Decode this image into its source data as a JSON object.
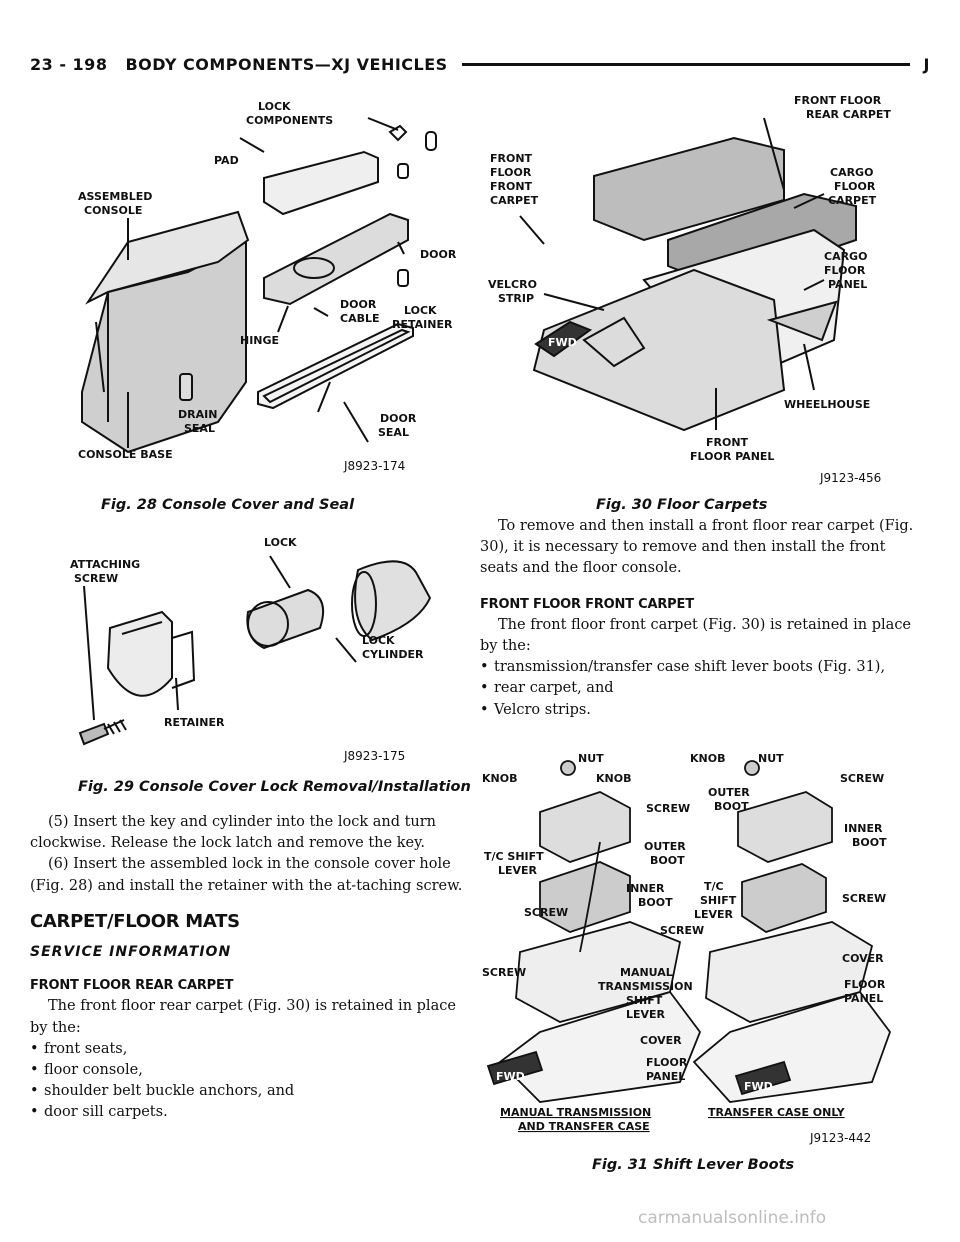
{
  "header": {
    "page": "23 - 198",
    "title": "BODY COMPONENTS—XJ VEHICLES",
    "mark": "J"
  },
  "fig28": {
    "caption": "Fig. 28 Console Cover and Seal",
    "code": "J8923-174",
    "labels": {
      "lock_components_1": "LOCK",
      "lock_components_2": "COMPONENTS",
      "pad": "PAD",
      "assembled_1": "ASSEMBLED",
      "assembled_2": "CONSOLE",
      "door": "DOOR",
      "door_cable_1": "DOOR",
      "door_cable_2": "CABLE",
      "lock_retainer_1": "LOCK",
      "lock_retainer_2": "RETAINER",
      "hinge": "HINGE",
      "drain_1": "DRAIN",
      "drain_2": "SEAL",
      "door_seal_1": "DOOR",
      "door_seal_2": "SEAL",
      "console_base": "CONSOLE BASE"
    }
  },
  "fig29": {
    "caption": "Fig. 29 Console Cover Lock Removal/Installation",
    "code": "J8923-175",
    "labels": {
      "attaching_1": "ATTACHING",
      "attaching_2": "SCREW",
      "lock": "LOCK",
      "cyl_1": "LOCK",
      "cyl_2": "CYLINDER",
      "retainer": "RETAINER"
    }
  },
  "fig30": {
    "caption": "Fig. 30 Floor Carpets",
    "code": "J9123-456",
    "labels": {
      "ffrc_1": "FRONT FLOOR",
      "ffrc_2": "REAR CARPET",
      "fffc_1": "FRONT",
      "fffc_2": "FLOOR",
      "fffc_3": "FRONT",
      "fffc_4": "CARPET",
      "cargo_carpet_1": "CARGO",
      "cargo_carpet_2": "FLOOR",
      "cargo_carpet_3": "CARPET",
      "cargo_panel_1": "CARGO",
      "cargo_panel_2": "FLOOR",
      "cargo_panel_3": "PANEL",
      "velcro_1": "VELCRO",
      "velcro_2": "STRIP",
      "fwd": "FWD",
      "wheelhouse": "WHEELHOUSE",
      "ffp_1": "FRONT",
      "ffp_2": "FLOOR PANEL"
    }
  },
  "fig31": {
    "caption": "Fig. 31 Shift Lever Boots",
    "code": "J9123-442",
    "labels": {
      "knob": "KNOB",
      "nut": "NUT",
      "screw": "SCREW",
      "outer_1": "OUTER",
      "outer_2": "BOOT",
      "inner_1": "INNER",
      "inner_2": "BOOT",
      "tc_1": "T/C SHIFT",
      "tc_2": "LEVER",
      "tc_r1": "T/C",
      "tc_r2": "SHIFT",
      "tc_r3": "LEVER",
      "manual_1": "MANUAL",
      "manual_2": "TRANSMISSION",
      "manual_3": "SHIFT",
      "manual_4": "LEVER",
      "cover": "COVER",
      "floor_1": "FLOOR",
      "floor_2": "PANEL",
      "fwd": "FWD",
      "bottom_left_1": "MANUAL TRANSMISSION",
      "bottom_left_2": "AND TRANSFER CASE",
      "bottom_right": "TRANSFER CASE ONLY"
    }
  },
  "left_text": {
    "p5": "(5) Insert the key and cylinder into the lock and turn clockwise. Release the lock latch and remove the key.",
    "p6": "(6) Insert the assembled lock in the console cover hole (Fig. 28) and install the retainer with the at-taching screw.",
    "h_carpet": "CARPET/FLOOR MATS",
    "h_service": "SERVICE INFORMATION",
    "h_ffrc": "FRONT FLOOR REAR CARPET",
    "p_ffrc": "The front floor rear carpet (Fig. 30) is retained in place by the:",
    "bullets": [
      "front seats,",
      "floor console,",
      "shoulder belt buckle anchors, and",
      "door sill carpets."
    ]
  },
  "right_text": {
    "p_remove": "To remove and then install a front floor rear carpet (Fig. 30), it is necessary to remove and then install the front seats and the floor console.",
    "h_fffc": "FRONT FLOOR FRONT CARPET",
    "p_fffc": "The front floor front carpet (Fig. 30) is retained in place by the:",
    "bullets": [
      "transmission/transfer case shift lever boots (Fig. 31),",
      "rear carpet, and",
      "Velcro strips."
    ]
  },
  "watermark": "carmanualsonline.info"
}
